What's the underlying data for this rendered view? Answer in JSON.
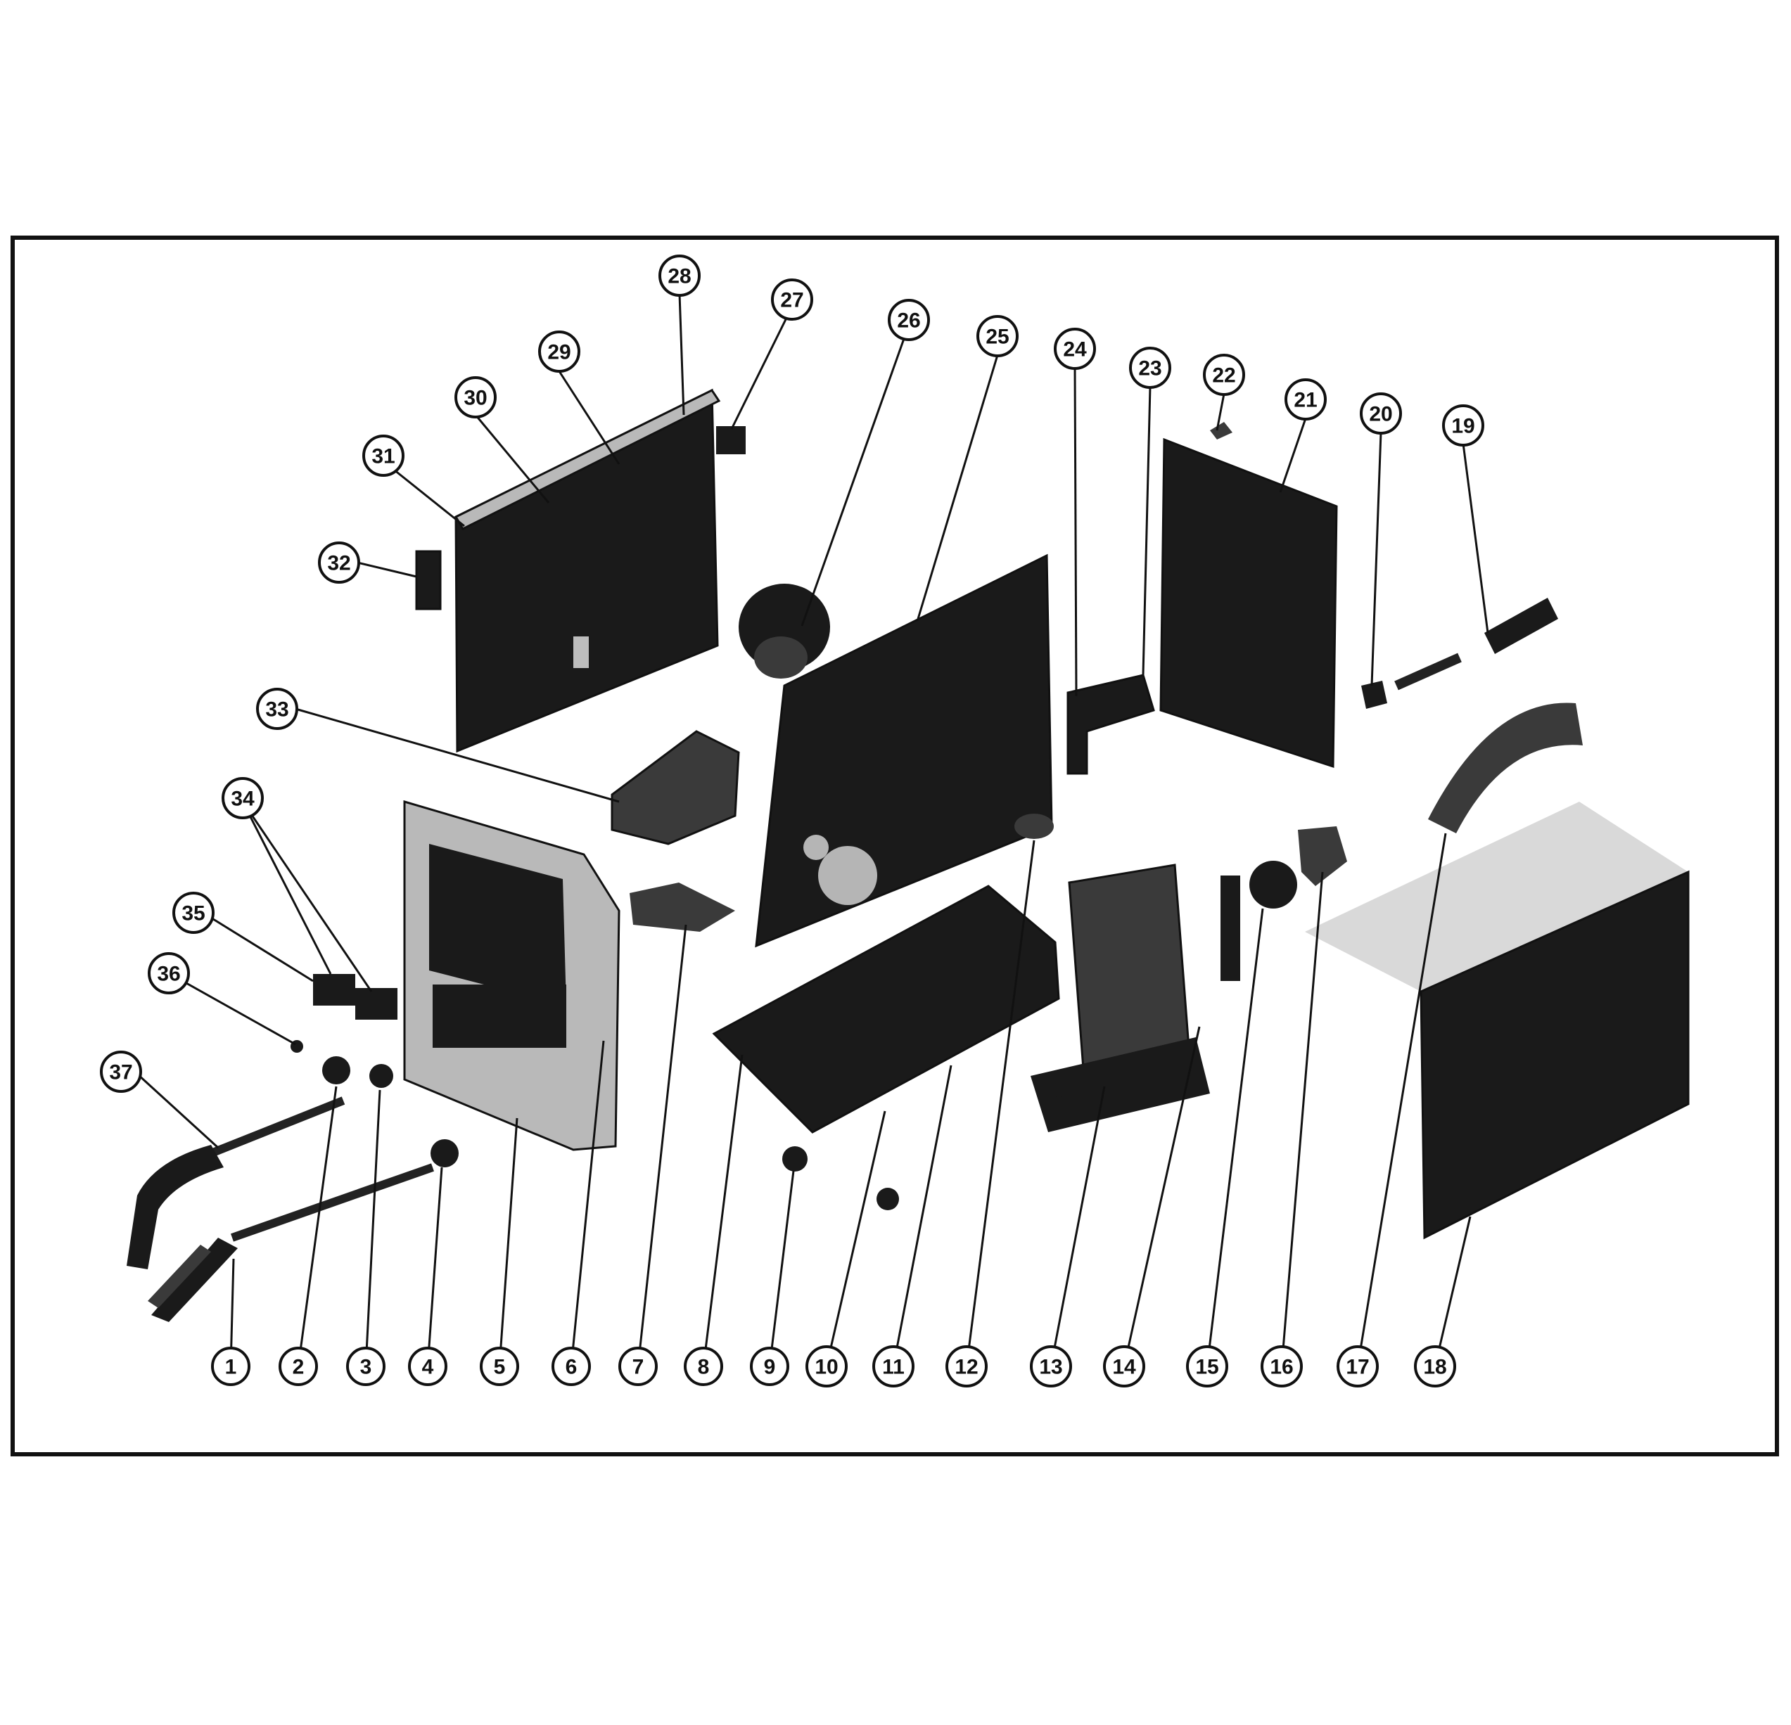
{
  "diagram": {
    "callouts": [
      "1",
      "2",
      "3",
      "4",
      "5",
      "6",
      "7",
      "8",
      "9",
      "10",
      "11",
      "12",
      "13",
      "14",
      "15",
      "16",
      "17",
      "18",
      "19",
      "20",
      "21",
      "22",
      "23",
      "24",
      "25",
      "26",
      "27",
      "28",
      "29",
      "30",
      "31",
      "32",
      "33",
      "34",
      "35",
      "36",
      "37"
    ]
  },
  "colors": {
    "frame": "#111111",
    "part_dark": "#1a1a1a",
    "part_light": "#b9b9b9"
  }
}
